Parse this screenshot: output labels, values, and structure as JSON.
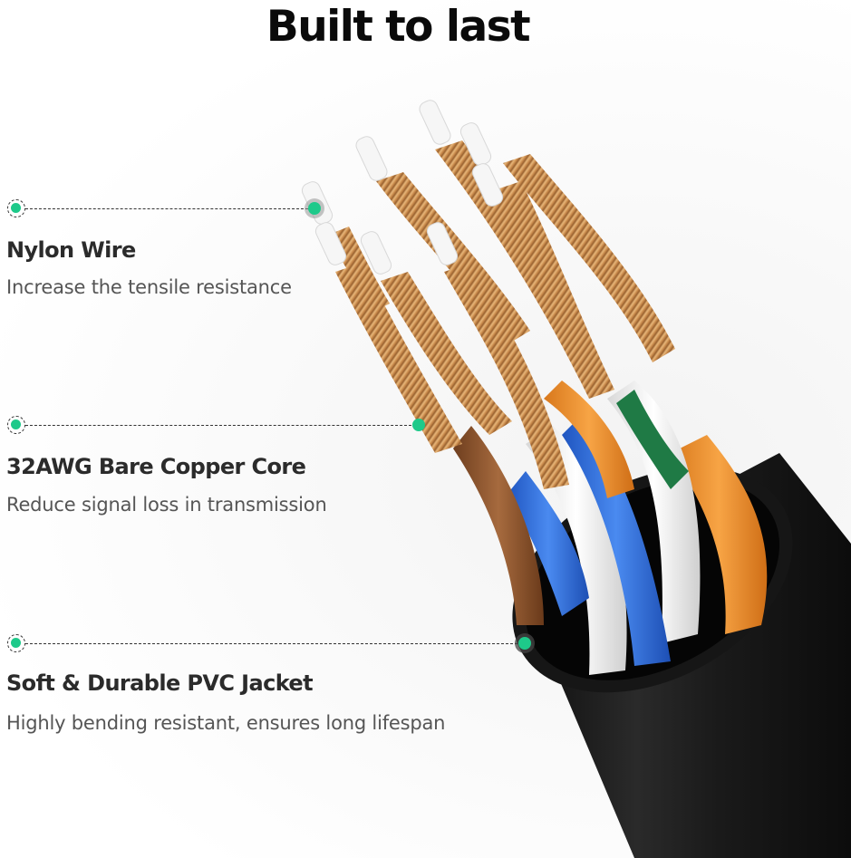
{
  "page": {
    "title": "Built to last",
    "accent_color": "#1ec98a"
  },
  "features": [
    {
      "title": "Nylon Wire",
      "description": "Increase the tensile resistance",
      "target": "nylon-core-strand"
    },
    {
      "title": "32AWG Bare Copper Core",
      "description": "Reduce signal loss in transmission",
      "target": "copper-conductor"
    },
    {
      "title": "Soft & Durable PVC Jacket",
      "description": "Highly bending resistant, ensures long lifespan",
      "target": "pvc-jacket"
    }
  ],
  "illustration": {
    "subject": "ethernet-cable-cutaway",
    "wire_colors": {
      "copper": "#d49a5a",
      "orange": "#f0922c",
      "blue": "#2f6fdc",
      "brown": "#8a5430",
      "green": "#1f7a45",
      "white": "#f4f4f4",
      "jacket": "#1c1c1c"
    }
  }
}
